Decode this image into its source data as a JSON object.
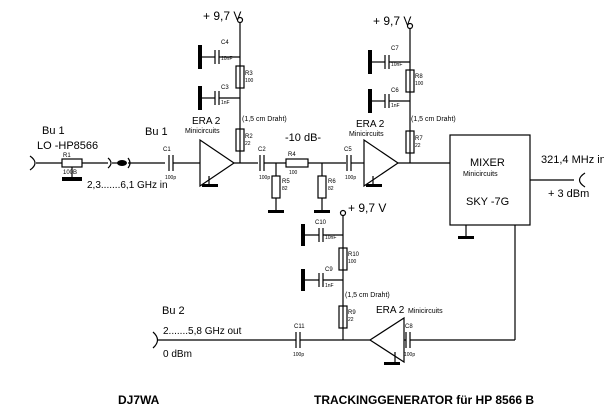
{
  "labels": {
    "supply1": "+ 9,7 V",
    "supply2": "+ 9,7 V",
    "supply3": "+ 9,7 V",
    "bu1_left": "Bu 1",
    "lo_hp": "LO -HP8566",
    "bu1_right": "Bu 1",
    "freq_in": "2,3.......6,1 GHz in",
    "era1_title": "ERA 2",
    "era1_sub": "Minicircuits",
    "era2_title": "ERA 2",
    "era2_sub": "Minicircuits",
    "era3_title": "ERA 2",
    "era3_sub": "Minicircuits",
    "draht1": "(1,5 cm Draht)",
    "draht2": "(1,5 cm Draht)",
    "draht3": "(1,5 cm Draht)",
    "atten": "-10 dB-",
    "mixer_title": "MIXER",
    "mixer_sub": "Minicircuits",
    "mixer_part": "SKY -7G",
    "if_out": "321,4 MHz in",
    "if_level": "+ 3 dBm",
    "bu2": "Bu 2",
    "freq_out": "2.......5,8 GHz out",
    "level_out": "0 dBm",
    "author": "DJ7WA",
    "title": "TRACKINGGENERATOR für  HP 8566 B"
  },
  "components": {
    "R1": {
      "name": "R1",
      "value": "100B"
    },
    "C1": {
      "name": "C1",
      "value": "100p"
    },
    "C2": {
      "name": "C2",
      "value": "100p"
    },
    "C3": {
      "name": "C3",
      "value": "1nF"
    },
    "C4": {
      "name": "C4",
      "value": "10nF"
    },
    "R3": {
      "name": "R3",
      "value": "100"
    },
    "R2": {
      "name": "R2",
      "value": "22"
    },
    "R4": {
      "name": "R4",
      "value": "100"
    },
    "R5": {
      "name": "R5",
      "value": "82"
    },
    "R6": {
      "name": "R6",
      "value": "82"
    },
    "C5": {
      "name": "C5",
      "value": "100p"
    },
    "C6": {
      "name": "C6",
      "value": "1nF"
    },
    "C7": {
      "name": "C7",
      "value": "10nF"
    },
    "R8": {
      "name": "R8",
      "value": "100"
    },
    "R7": {
      "name": "R7",
      "value": "22"
    },
    "C10": {
      "name": "C10",
      "value": "10nF"
    },
    "R10": {
      "name": "R10",
      "value": "100"
    },
    "C9": {
      "name": "C9",
      "value": "1nF"
    },
    "R9": {
      "name": "R9",
      "value": "22"
    },
    "C11": {
      "name": "C11",
      "value": "100p"
    },
    "C8": {
      "name": "C8",
      "value": "100p"
    }
  }
}
